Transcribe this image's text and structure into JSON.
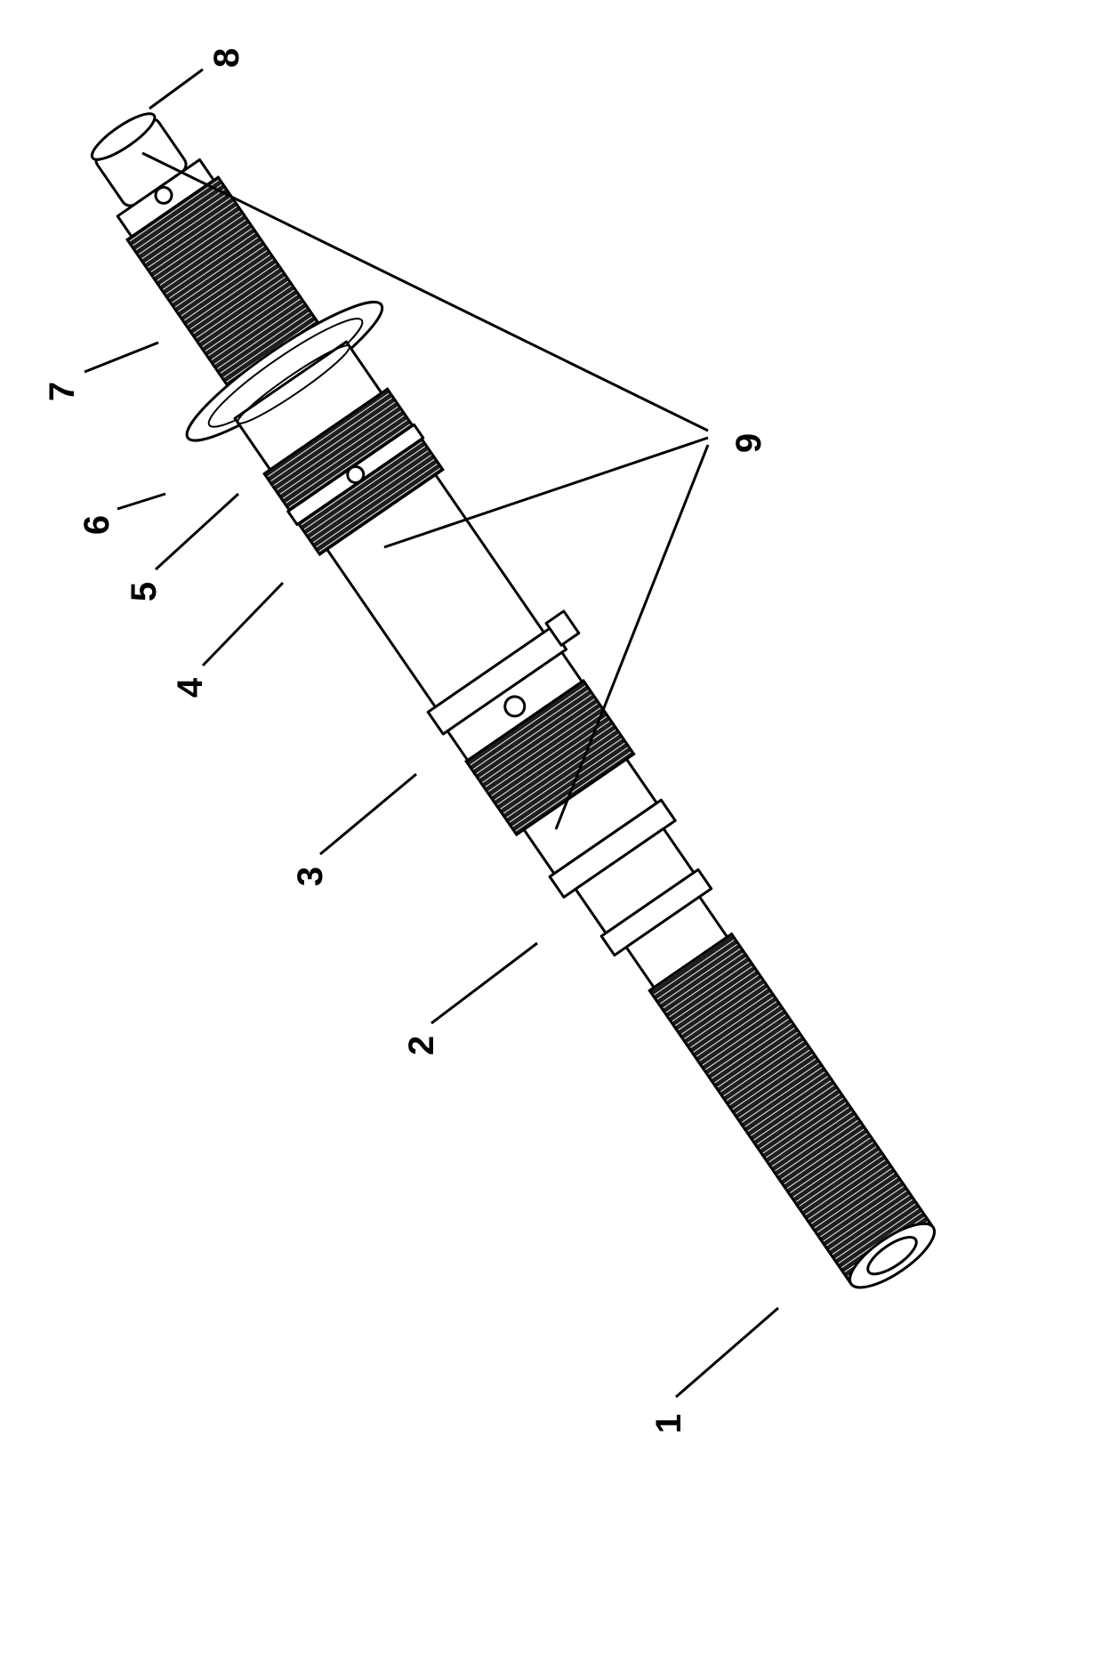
{
  "diagram": {
    "callouts": [
      {
        "id": "1",
        "label": "1"
      },
      {
        "id": "2",
        "label": "2"
      },
      {
        "id": "3",
        "label": "3"
      },
      {
        "id": "4",
        "label": "4"
      },
      {
        "id": "5",
        "label": "5"
      },
      {
        "id": "6",
        "label": "6"
      },
      {
        "id": "7",
        "label": "7"
      },
      {
        "id": "8",
        "label": "8"
      },
      {
        "id": "9",
        "label": "9"
      }
    ],
    "colors": {
      "line": "#000000",
      "spline": "#2a2a2a",
      "background": "#ffffff"
    }
  }
}
